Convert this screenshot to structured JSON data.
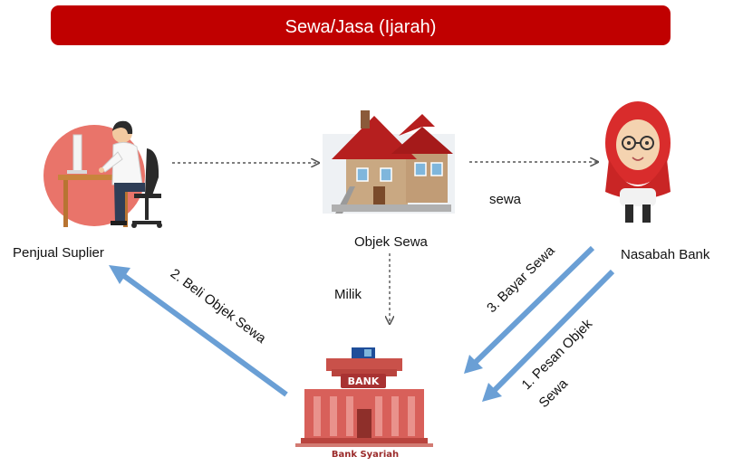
{
  "title": "Sewa/Jasa (Ijarah)",
  "nodes": {
    "seller": "Penjual Suplier",
    "object": "Objek Sewa",
    "customer": "Nasabah Bank",
    "bank_sign": "BANK",
    "bank_caption": "Bank Syariah"
  },
  "edges": {
    "lease": "sewa",
    "ownership": "Milik",
    "step1_line1": "1. Pesan Objek",
    "step1_line2": "Sewa",
    "step2": "2. Beli Objek Sewa",
    "step3": "3. Bayar Sewa"
  },
  "colors": {
    "title_bar": "#c00000",
    "flow_arrow": "#6a9fd5",
    "dotted_arrow": "#555555"
  },
  "icons": {
    "seller": "worker-at-computer-icon",
    "object": "house-icon",
    "customer": "hijab-woman-avatar-icon",
    "bank": "bank-building-icon"
  }
}
